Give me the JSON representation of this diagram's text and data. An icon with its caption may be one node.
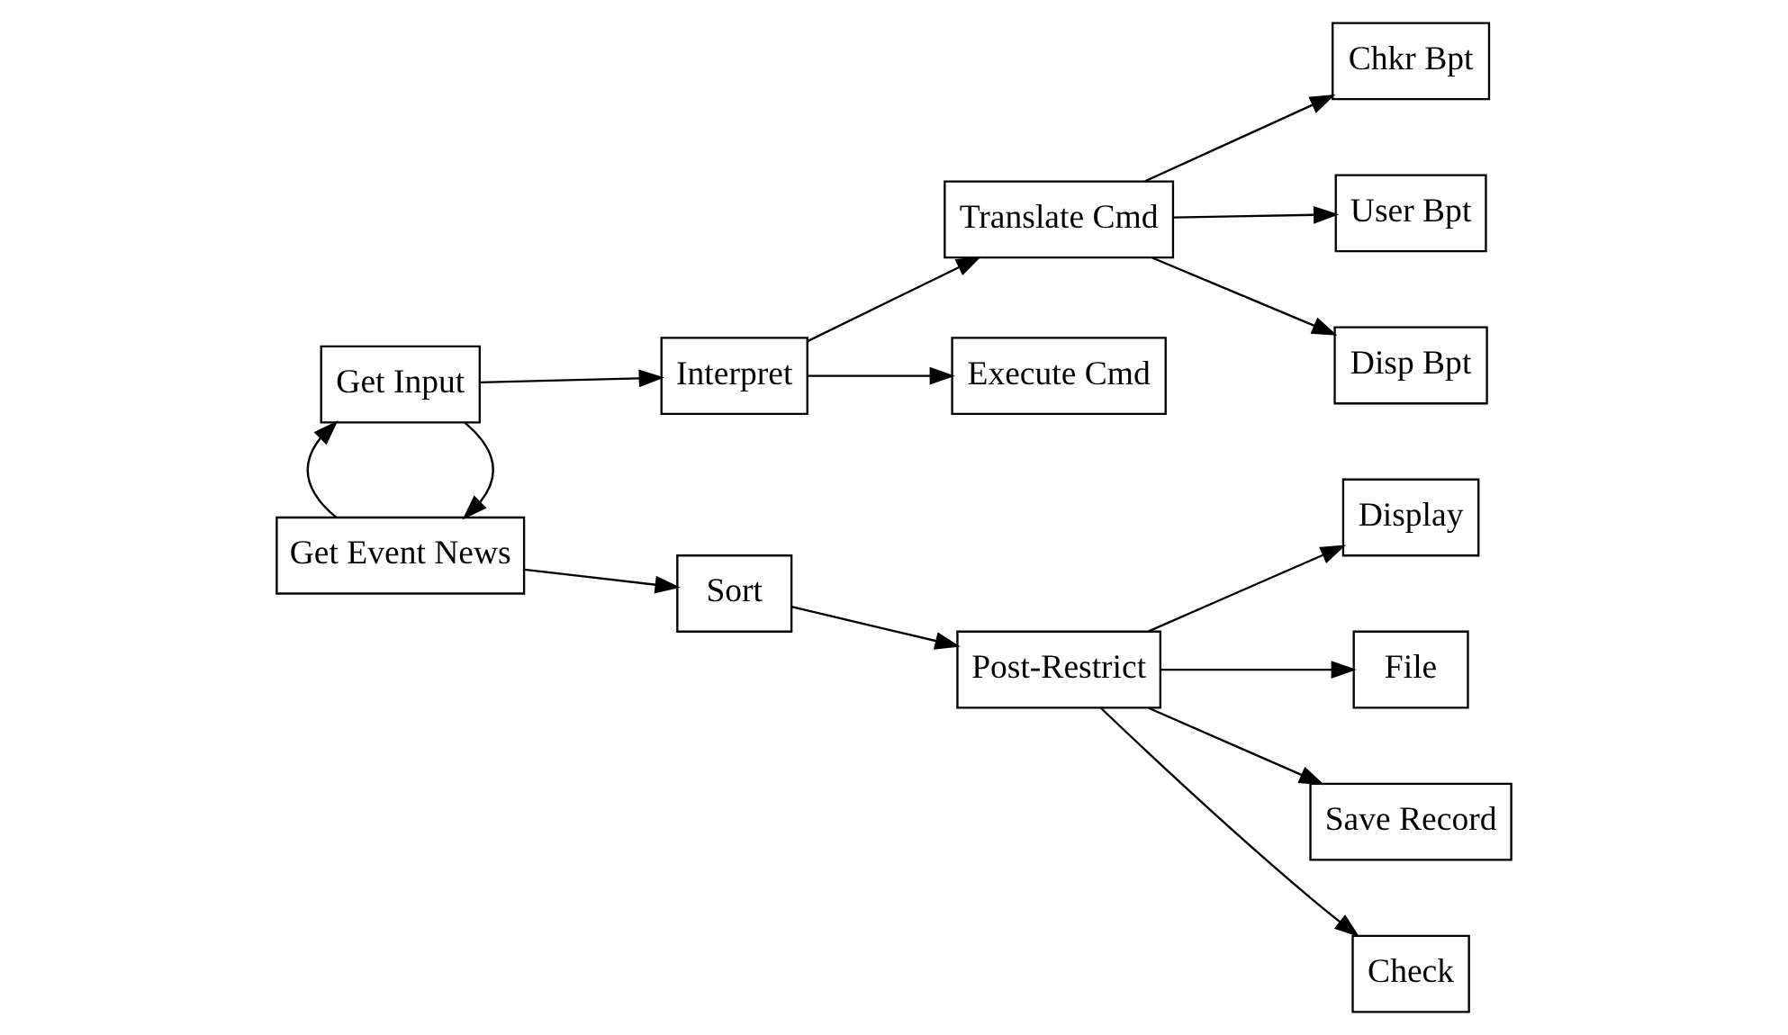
{
  "diagram": {
    "nodes": [
      {
        "text": [
          "Get Input"
        ]
      },
      {
        "text": [
          "Interpret"
        ]
      },
      {
        "text": [
          "Translate Cmd"
        ]
      },
      {
        "text": [
          "Execute Cmd"
        ]
      },
      {
        "text": [
          "Chkr Bpt"
        ]
      },
      {
        "text": [
          "User Bpt"
        ]
      },
      {
        "text": [
          "Disp Bpt"
        ]
      },
      {
        "text": [
          "Get Event News"
        ]
      },
      {
        "text": [
          "Sort"
        ]
      },
      {
        "text": [
          "Post-Restrict"
        ]
      },
      {
        "text": [
          "Display"
        ]
      },
      {
        "text": [
          "File"
        ]
      },
      {
        "text": [
          "Save Record"
        ]
      },
      {
        "text": [
          "Check"
        ]
      }
    ],
    "edges": [
      {
        "from": 0,
        "to": 1,
        "arrow": "to"
      },
      {
        "from": 1,
        "to": 2,
        "arrow": "to"
      },
      {
        "from": 1,
        "to": 3,
        "arrow": "to"
      },
      {
        "from": 2,
        "to": 4,
        "arrow": "to"
      },
      {
        "from": 2,
        "to": 5,
        "arrow": "to"
      },
      {
        "from": 2,
        "to": 6,
        "arrow": "to"
      },
      {
        "from": 0,
        "to": 7,
        "arrow": "to"
      },
      {
        "from": 7,
        "to": 8,
        "arrow": "to"
      },
      {
        "from": 8,
        "to": 9,
        "arrow": "to"
      },
      {
        "from": 9,
        "to": 10,
        "arrow": "to"
      },
      {
        "from": 9,
        "to": 11,
        "arrow": "to"
      },
      {
        "from": 9,
        "to": 12,
        "arrow": "to"
      },
      {
        "from": 9,
        "to": 13,
        "arrow": "to"
      },
      {
        "from": 7,
        "to": 0,
        "arrow": "to"
      }
    ]
  }
}
